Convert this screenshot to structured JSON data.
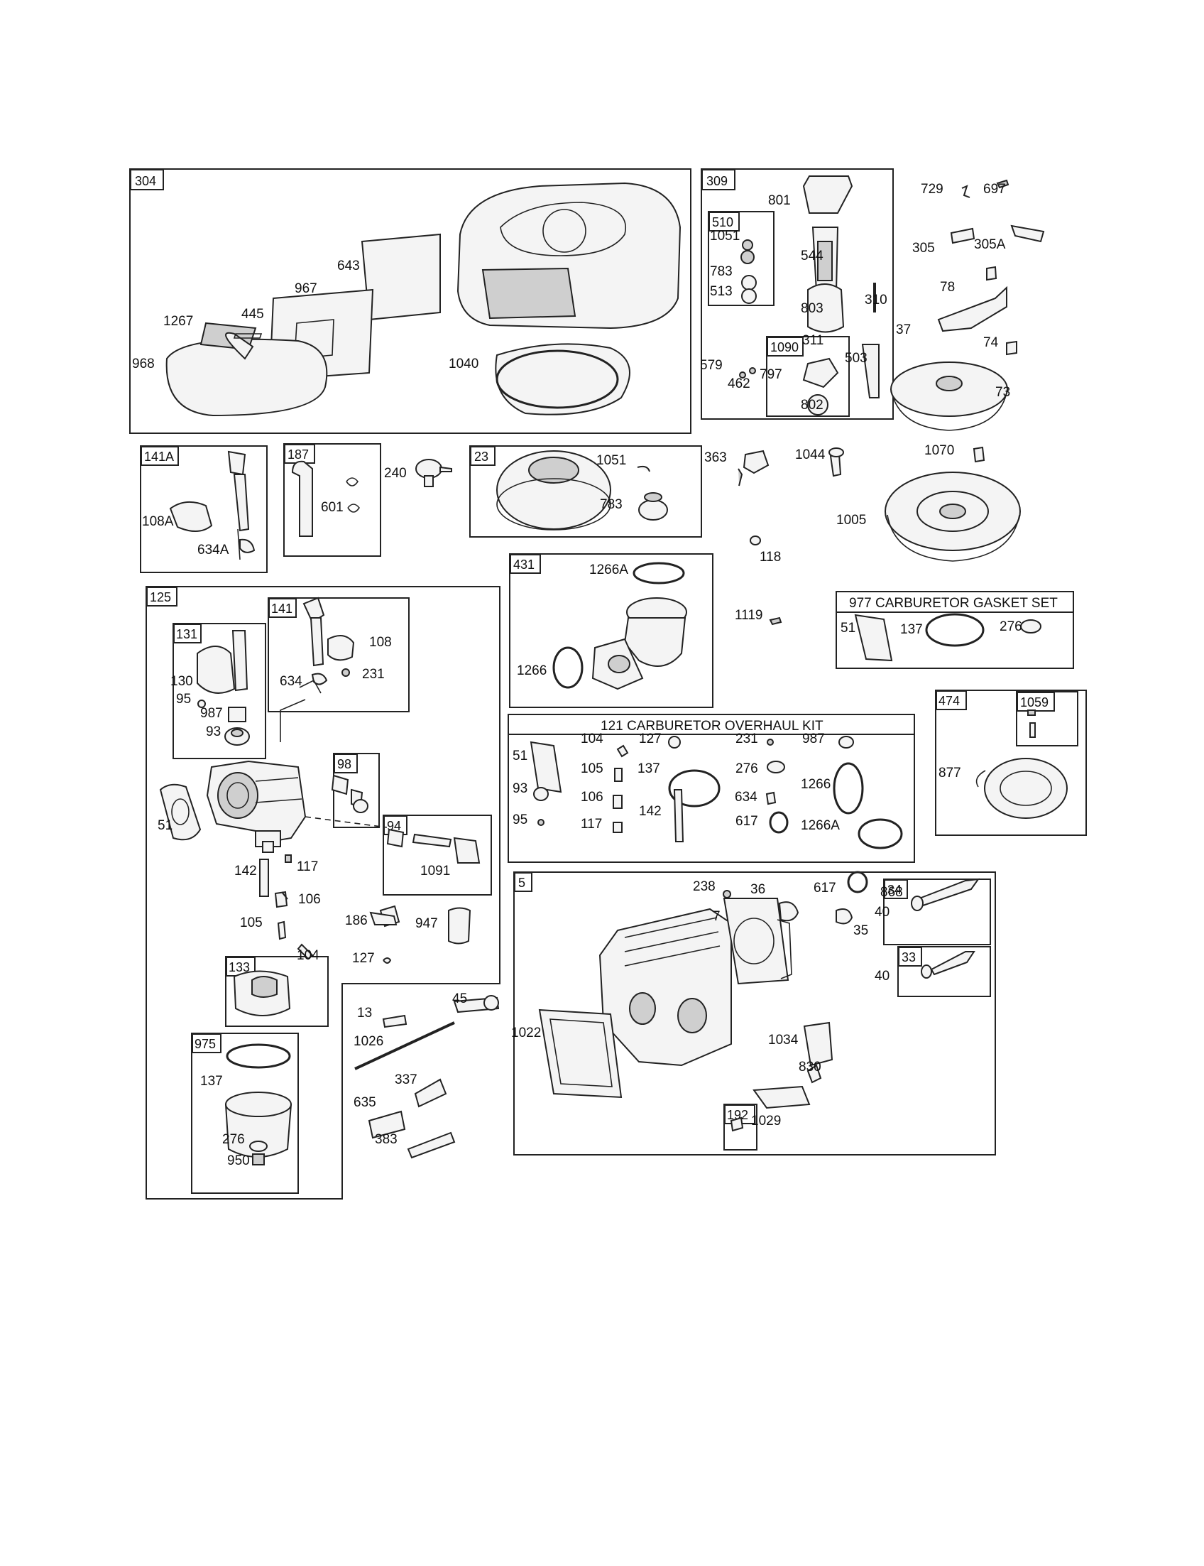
{
  "groups": [
    {
      "id": "g304",
      "tag": "304"
    },
    {
      "id": "g309",
      "tag": "309"
    },
    {
      "id": "g510",
      "tag": "510"
    },
    {
      "id": "g1090",
      "tag": "1090"
    },
    {
      "id": "g141A",
      "tag": "141A"
    },
    {
      "id": "g187",
      "tag": "187"
    },
    {
      "id": "g23",
      "tag": "23"
    },
    {
      "id": "g431",
      "tag": "431"
    },
    {
      "id": "g125",
      "tag": "125"
    },
    {
      "id": "g131",
      "tag": "131"
    },
    {
      "id": "g141",
      "tag": "141"
    },
    {
      "id": "g98",
      "tag": "98"
    },
    {
      "id": "g94",
      "tag": "94"
    },
    {
      "id": "g133",
      "tag": "133"
    },
    {
      "id": "g975",
      "tag": "975"
    },
    {
      "id": "g5",
      "tag": "5"
    },
    {
      "id": "g34",
      "tag": "34"
    },
    {
      "id": "g33",
      "tag": "33"
    },
    {
      "id": "g192",
      "tag": "192"
    },
    {
      "id": "g474",
      "tag": "474"
    },
    {
      "id": "g1059",
      "tag": "1059"
    }
  ],
  "kits": {
    "gasket_set": "977 CARBURETOR GASKET SET",
    "overhaul_kit": "121 CARBURETOR OVERHAUL KIT"
  },
  "labels": [
    "643",
    "967",
    "445",
    "1267",
    "968",
    "1040",
    "801",
    "1051",
    "544",
    "783",
    "513",
    "803",
    "310",
    "311",
    "797",
    "579",
    "462",
    "802",
    "503",
    "729",
    "697",
    "305",
    "305A",
    "78",
    "37",
    "74",
    "73",
    "108A",
    "634A",
    "601",
    "240",
    "1051",
    "783",
    "363",
    "1044",
    "1070",
    "1005",
    "118",
    "1266A",
    "1266",
    "1119",
    "51",
    "137",
    "276",
    "108",
    "634",
    "231",
    "130",
    "95",
    "987",
    "93",
    "51",
    "117",
    "142",
    "106",
    "105",
    "1091",
    "186",
    "947",
    "104",
    "127",
    "51",
    "104",
    "127",
    "231",
    "987",
    "105",
    "137",
    "276",
    "1266",
    "93",
    "106",
    "634",
    "95",
    "117",
    "142",
    "617",
    "1266A",
    "877",
    "238",
    "36",
    "617",
    "868",
    "40",
    "7",
    "35",
    "40",
    "1022",
    "1034",
    "830",
    "1029",
    "13",
    "45",
    "1026",
    "337",
    "635",
    "383",
    "137",
    "276",
    "950"
  ]
}
